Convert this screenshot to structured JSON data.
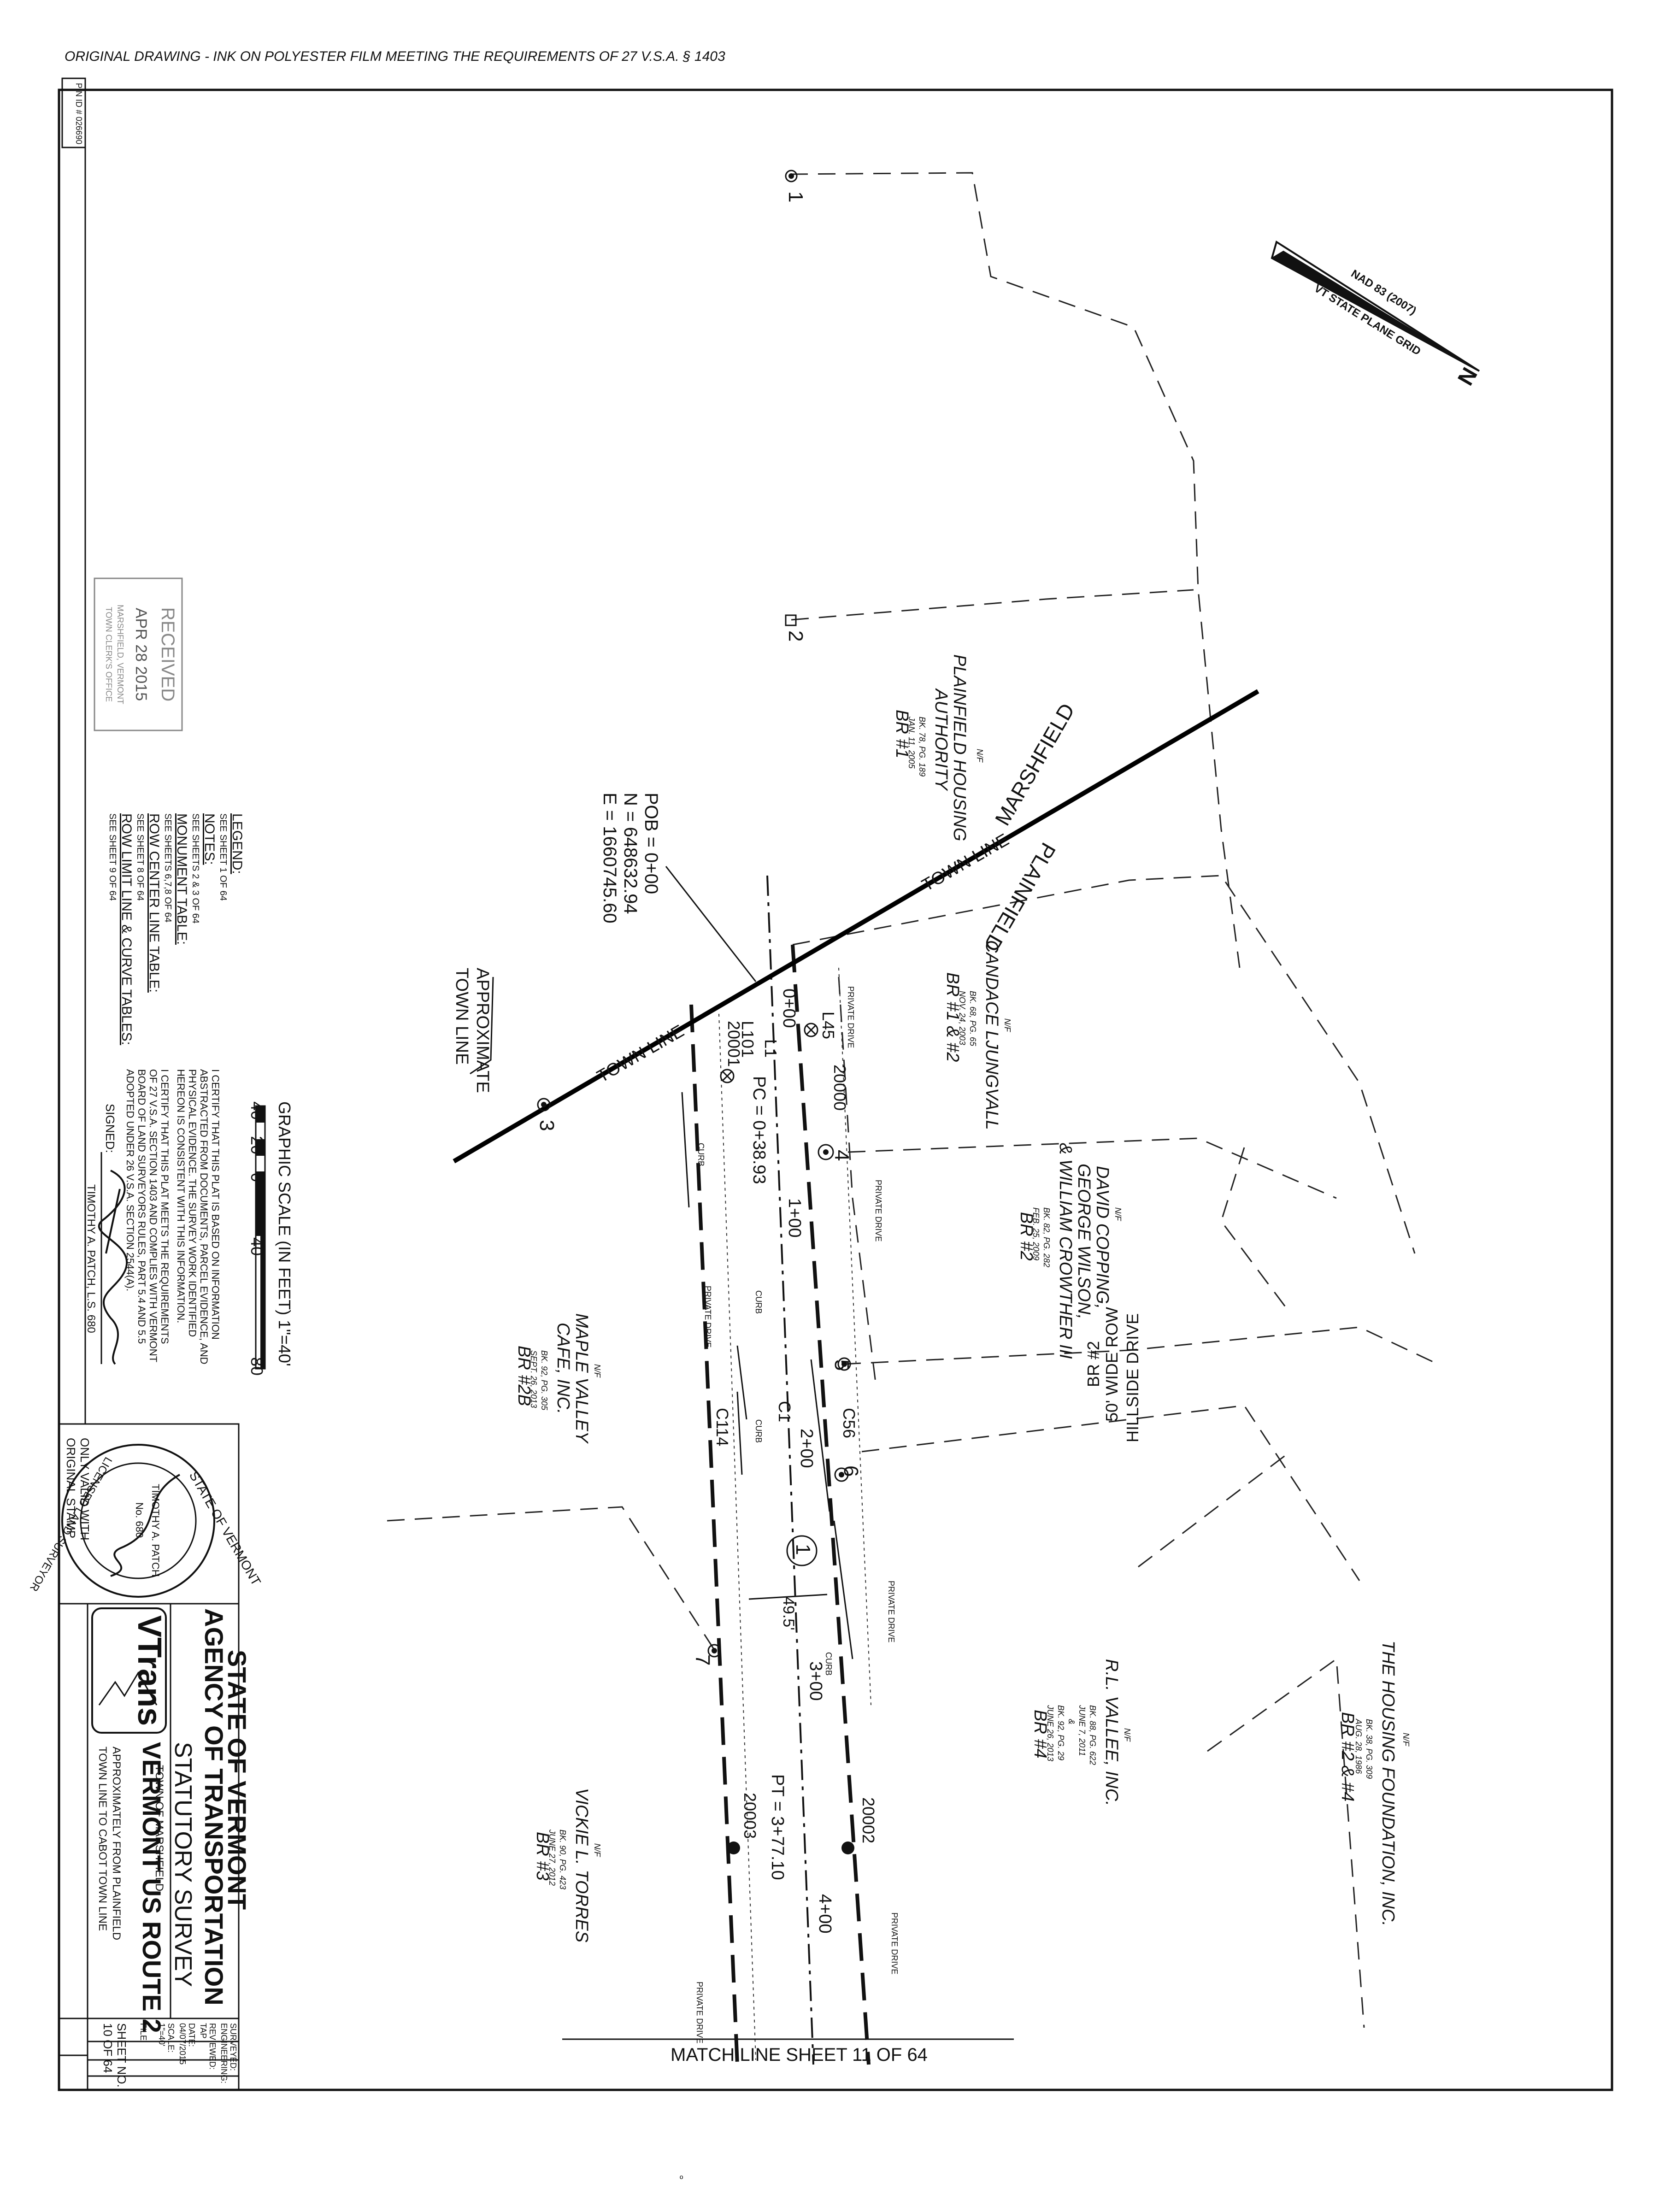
{
  "header": {
    "drawing_note": "ORIGINAL DRAWING - INK ON POLYESTER FILM MEETING THE REQUIREMENTS OF 27 V.S.A. § 1403"
  },
  "side_tab": "PIN ID # 026690",
  "north_arrow": {
    "datum": "NAD 83 (2007)",
    "grid": "VT STATE PLANE GRID",
    "letter": "N"
  },
  "received_stamp": {
    "title": "RECEIVED",
    "date": "APR 28 2015",
    "office_1": "MARSHFIELD, VERMONT",
    "office_2": "TOWN CLERK'S OFFICE"
  },
  "parcels": {
    "plainfield_housing": {
      "nf": "N/F",
      "name_1": "PLAINFIELD HOUSING",
      "name_2": "AUTHORITY",
      "book": "BK. 78, PG. 189",
      "date": "JAN. 11, 2005",
      "br": "BR #1"
    },
    "ljungvall": {
      "nf": "N/F",
      "name_1": "CANDACE LJUNGVALL",
      "book": "BK. 68, PG. 65",
      "date": "NOV. 24, 2003",
      "br": "BR #1 & #2"
    },
    "copping": {
      "nf": "N/F",
      "name_1": "DAVID COPPING,",
      "name_2": "GEORGE WILSON,",
      "name_3": "& WILLIAM CROWTHER III",
      "book": "BK. 82, PG. 282",
      "date": "FEB. 25, 2009",
      "br": "BR #2"
    },
    "hillside": {
      "name_1": "HILLSIDE DRIVE",
      "name_2": "50' WIDE ROW",
      "br": "BR #2"
    },
    "housing_foundation": {
      "nf": "N/F",
      "name_1": "THE HOUSING FOUNDATION, INC.",
      "book": "BK. 38, PG. 309",
      "date": "AUG. 28, 1986",
      "br": "BR #2 & #4"
    },
    "vallee": {
      "nf": "N/F",
      "name_1": "R.L. VALLEE, INC.",
      "book": "BK. 88, PG. 622",
      "date": "JUNE 7, 2011",
      "amp": "&",
      "book_2": "BK. 92, PG. 29",
      "date_2": "JUNE 26, 2013",
      "br": "BR #4"
    },
    "maple_valley": {
      "nf": "N/F",
      "name_1": "MAPLE VALLEY",
      "name_2": "CAFE, INC.",
      "book": "BK. 92, PG. 305",
      "date": "SEPT. 26, 2013",
      "br": "BR #2B"
    },
    "torres": {
      "nf": "N/F",
      "name_1": "VICKIE L. TORRES",
      "book": "BK. 90, PG. 423",
      "date": "JUNE 27, 2012",
      "br": "BR #3"
    }
  },
  "town": {
    "marshfield": "MARSHFIELD",
    "plainfield": "PLAINFIELD",
    "town_line": "TOWN LINE",
    "town_line_2": "TOWN LINE",
    "approx_1": "APPROXIMATE",
    "approx_2": "TOWN LINE"
  },
  "pob": {
    "pob": "POB = 0+00",
    "n": "N = 648632.94",
    "e": "E = 1660745.60"
  },
  "points": {
    "p1": "1",
    "p2": "2",
    "p3": "3",
    "p4": "4",
    "p5": "5",
    "p6": "6",
    "p7": "7"
  },
  "stations": {
    "s000": "0+00",
    "s100": "1+00",
    "s200": "2+00",
    "s300": "3+00",
    "s400": "4+00",
    "pc": "PC = 0+38.93",
    "pt": "PT = 3+77.10",
    "l1": "L1",
    "l45": "L45",
    "l101": "L101",
    "c1": "C1",
    "c56": "C56",
    "c114": "C114",
    "m20000": "20000",
    "m20001": "20001",
    "m20002": "20002",
    "m20003": "20003",
    "offset": "49.5'",
    "circle": "1",
    "private_drive": "PRIVATE DRIVE",
    "curb": "CURB"
  },
  "match_line": "MATCH LINE SHEET 11 OF 64",
  "legend": {
    "legend_h": "LEGEND:",
    "legend_t": "SEE SHEET 1 OF 64",
    "notes_h": "NOTES:",
    "notes_t": "SEE SHEETS 2 & 3 OF 64",
    "monument_h": "MONUMENT TABLE:",
    "monument_t": "SEE SHEETS 6,7,8 OF 64",
    "row_h": "ROW CENTER LINE TABLE:",
    "row_t": "SEE SHEET 8 OF 64",
    "limit_h": "ROW LIMIT LINE & CURVE TABLES:",
    "limit_t": "SEE SHEET 9 OF 64"
  },
  "scale": {
    "title": "GRAPHIC SCALE   (IN FEET)   1\"=40'",
    "t40a": "40",
    "t20": "20",
    "t0": "0",
    "t40": "40",
    "t80": "80"
  },
  "certification": {
    "c1": "I CERTIFY THAT THIS PLAT IS BASED ON INFORMATION",
    "c2": "ABSTRACTED FROM DOCUMENTS, PARCEL EVIDENCE, AND",
    "c3": "PHYSICAL EVIDENCE. THE SURVEY WORK IDENTIFIED",
    "c4": "HEREON IS CONSISTENT WITH THIS INFORMATION.",
    "c5": "I CERTIFY THAT THIS PLAT MEETS THE REQUIREMENTS",
    "c6": "OF 27 V.S.A. SECTION 1403 AND COMPLIES WITH VERMONT",
    "c7": "BOARD OF LAND SURVEYORS RULES, PART 5.4 AND 5.5",
    "c8": "ADOPTED UNDER 26 V.S.A. SECTION 2544(A).",
    "signed": "SIGNED:",
    "surveyor": "TIMOTHY A. PATCH, L.S. 680"
  },
  "seal": {
    "ring_1": "STATE OF VERMONT",
    "name": "TIMOTHY A. PATCH",
    "no": "No. 680",
    "ring_2": "LICENSED LAND SURVEYOR",
    "valid_1": "ONLY VALID WITH",
    "valid_2": "ORIGINAL STAMP"
  },
  "title_block": {
    "state": "STATE OF VERMONT",
    "agency": "AGENCY OF TRANSPORTATION",
    "survey": "STATUTORY SURVEY",
    "town": "TOWN OF MARSHFIELD",
    "route": "VERMONT US ROUTE 2",
    "desc_1": "APPROXIMATELY FROM PLAINFIELD",
    "desc_2": "TOWN LINE TO CABOT TOWN LINE",
    "logo": "VTrans",
    "sheet_label": "SHEET NO.",
    "sheet": "10 OF 64",
    "file_label": "FILE:",
    "scale_label": "SCALE:",
    "scale": "1\"=40'",
    "date_label": "DATE:",
    "date": "04/07/2015",
    "reviewed_label": "REVIEWED:",
    "reviewed": "TAP",
    "eng_label": "ENGINEERING:",
    "survey_label": "SURVEYED:"
  },
  "footer_mark": "º"
}
